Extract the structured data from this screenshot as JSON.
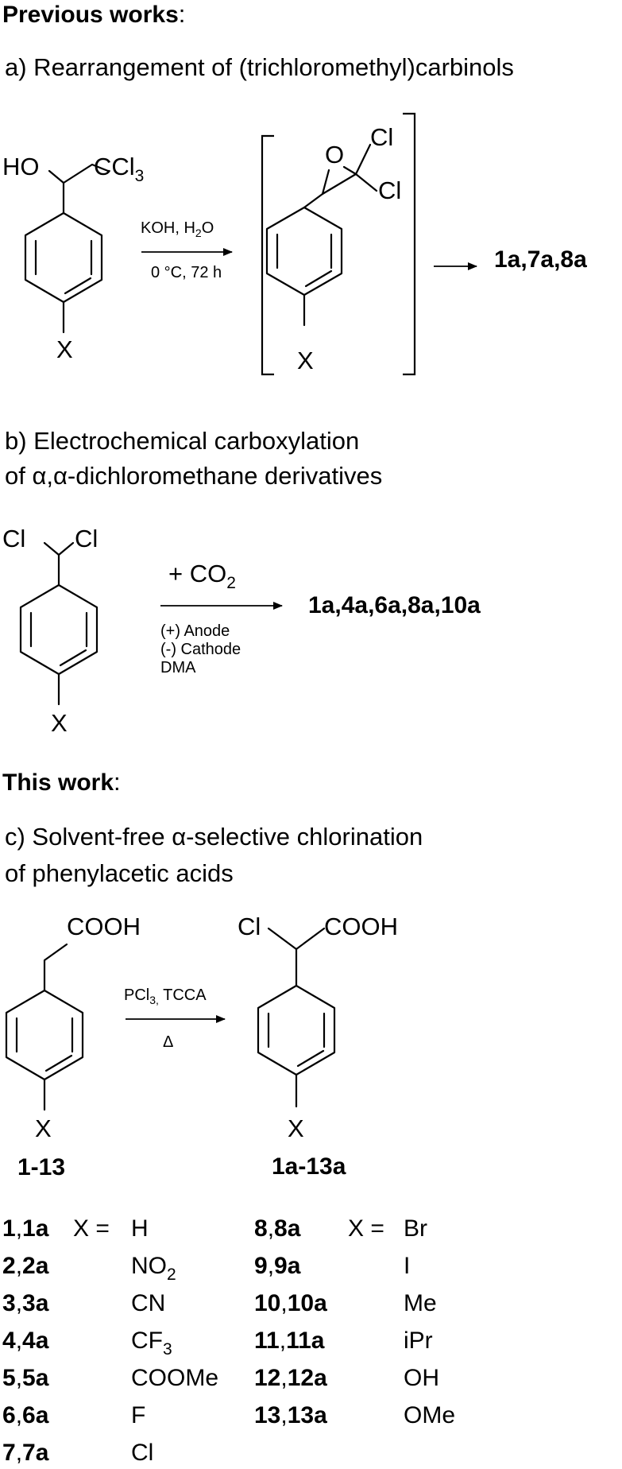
{
  "heading_previous": "Previous works",
  "heading_previous_colon": ":",
  "section_a": {
    "title": "a) Rearrangement of (trichloromethyl)carbinols",
    "reactant_ho": "HO",
    "reactant_ccl": "CCl",
    "reactant_ccl_sub": "3",
    "reactant_x": "X",
    "condition_1_pre": "KOH, H",
    "condition_1_sub": "2",
    "condition_1_post": "O",
    "condition_2": "0 °C, 72 h",
    "intermediate_o": "O",
    "intermediate_cl1": "Cl",
    "intermediate_cl2": "Cl",
    "intermediate_x": "X",
    "product": "1a,7a,8a"
  },
  "section_b": {
    "title_line1": "b) Electrochemical carboxylation",
    "title_line2": "of α,α-dichloromethane derivatives",
    "reactant_cl1": "Cl",
    "reactant_cl2": "Cl",
    "reactant_x": "X",
    "reagent_pre": "+ CO",
    "reagent_sub": "2",
    "condition_1": "(+) Anode",
    "condition_2": "(-) Cathode",
    "condition_3": "DMA",
    "product": "1a,4a,6a,8a,10a"
  },
  "heading_this": "This work",
  "heading_this_colon": ":",
  "section_c": {
    "title_line1": "c) Solvent-free α-selective chlorination",
    "title_line2": "of phenylacetic acids",
    "reactant_cooh": "COOH",
    "reactant_x": "X",
    "condition_1_pre": "PCl",
    "condition_1_sub": "3,",
    "condition_1_post": " TCCA",
    "condition_2": "Δ",
    "product_cl": "Cl",
    "product_cooh": "COOH",
    "product_x": "X",
    "reactant_label": "1-13",
    "product_label": "1a-13a"
  },
  "substituent_table": {
    "x_equals": "X =",
    "left": [
      {
        "num": "1",
        "sep": ",",
        "num_a": "1a",
        "x": "H"
      },
      {
        "num": "2",
        "sep": ",",
        "num_a": "2a",
        "x": "NO",
        "x_sub": "2"
      },
      {
        "num": "3",
        "sep": ",",
        "num_a": "3a",
        "x": "CN"
      },
      {
        "num": "4",
        "sep": ",",
        "num_a": "4a",
        "x": "CF",
        "x_sub": "3"
      },
      {
        "num": "5",
        "sep": ",",
        "num_a": "5a",
        "x": "COOMe"
      },
      {
        "num": "6",
        "sep": ",",
        "num_a": "6a",
        "x": "F"
      },
      {
        "num": "7",
        "sep": ",",
        "num_a": "7a",
        "x": "Cl"
      }
    ],
    "right": [
      {
        "num": "8",
        "sep": ",",
        "num_a": "8a",
        "x": "Br"
      },
      {
        "num": "9",
        "sep": ",",
        "num_a": "9a",
        "x": "I"
      },
      {
        "num": "10",
        "sep": ",",
        "num_a": "10a",
        "x": "Me"
      },
      {
        "num": "11",
        "sep": ",",
        "num_a": "11a",
        "x": "iPr"
      },
      {
        "num": "12",
        "sep": ",",
        "num_a": "12a",
        "x": "OH"
      },
      {
        "num": "13",
        "sep": ",",
        "num_a": "13a",
        "x": "OMe"
      }
    ]
  }
}
